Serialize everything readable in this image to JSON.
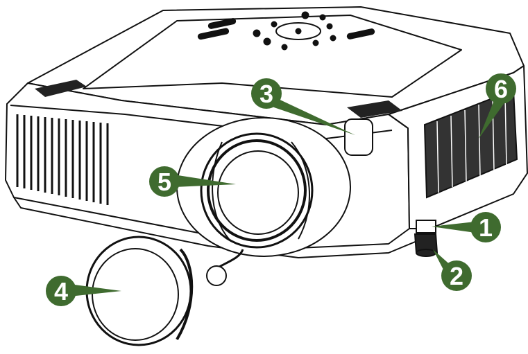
{
  "figure": {
    "callouts": [
      {
        "id": "1",
        "label": "1"
      },
      {
        "id": "2",
        "label": "2"
      },
      {
        "id": "3",
        "label": "3"
      },
      {
        "id": "4",
        "label": "4"
      },
      {
        "id": "5",
        "label": "5"
      },
      {
        "id": "6",
        "label": "6"
      }
    ],
    "colors": {
      "callout_fill": "#3f6b2f",
      "line": "#111111",
      "background": "#ffffff"
    }
  }
}
